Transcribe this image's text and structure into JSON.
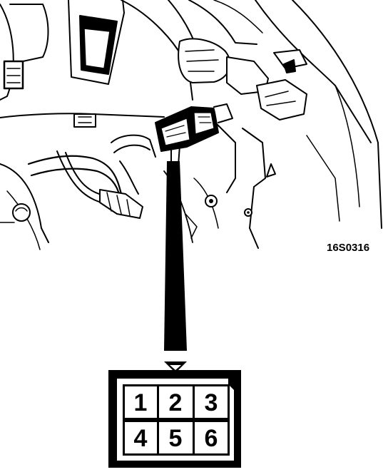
{
  "figure": {
    "reference_code": "16S0316"
  },
  "connector": {
    "pins": [
      "1",
      "2",
      "3",
      "4",
      "5",
      "6"
    ]
  },
  "colors": {
    "ink": "#000000",
    "paper": "#ffffff"
  }
}
